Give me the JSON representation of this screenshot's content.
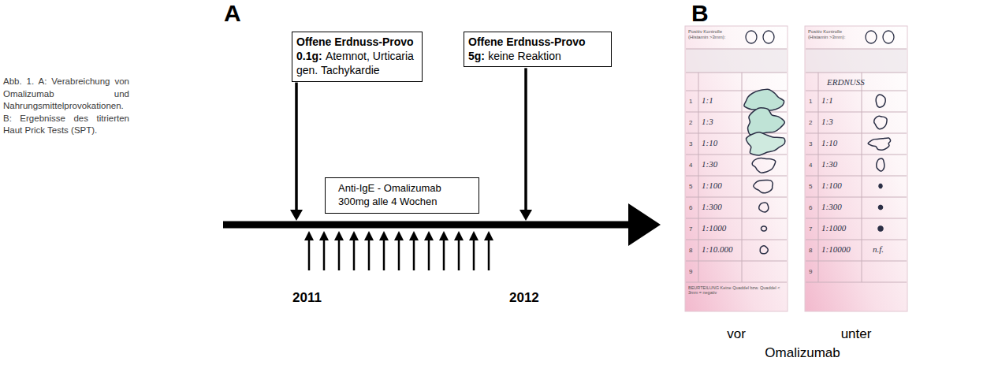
{
  "diagram": {
    "caption": "Abb. 1. A: Verabreichung von Omalizumab und Nahrungsmittelprovokationen. B: Ergebnisse des titrierten Haut Prick Tests (SPT).",
    "nodes": [
      {
        "text": [
          "Offene Erdnuss-Provo",
          "0.1g:",
          "Atemnot, Urticaria gen. Tachykardie"
        ]
      },
      {
        "text": [
          "Offene Erdnuss-Provo",
          "5g:",
          "keine Reaktion"
        ]
      },
      {
        "text": [
          "Anti-IgE - Omalizumab 300mg alle 4 Wochen"
        ]
      }
    ],
    "labels": [
      "A",
      "2011",
      "2012",
      "B",
      "Positiv Kontrolle (Histamin >3mm):",
      "1",
      "2",
      "3",
      "4",
      "5",
      "6",
      "7",
      "8",
      "9",
      "1:1",
      "1:3",
      "1:10",
      "1:30",
      "1:100",
      "1:300",
      "1:1000",
      "1:10.000",
      "BEURTEILUNG Keine Quaddel bzw. Quaddel < 3mm = negativ",
      "Positiv Kontrolle (Histamin >3mm):",
      "ERDNUSS",
      "1",
      "2",
      "3",
      "4",
      "5",
      "6",
      "7",
      "8",
      "9",
      "1:1",
      "1:3",
      "1:10",
      "1:30",
      "1:100",
      "1:300",
      "1:1000",
      "1:10000",
      "n.f.",
      "vor",
      "unter",
      "Omalizumab"
    ]
  }
}
